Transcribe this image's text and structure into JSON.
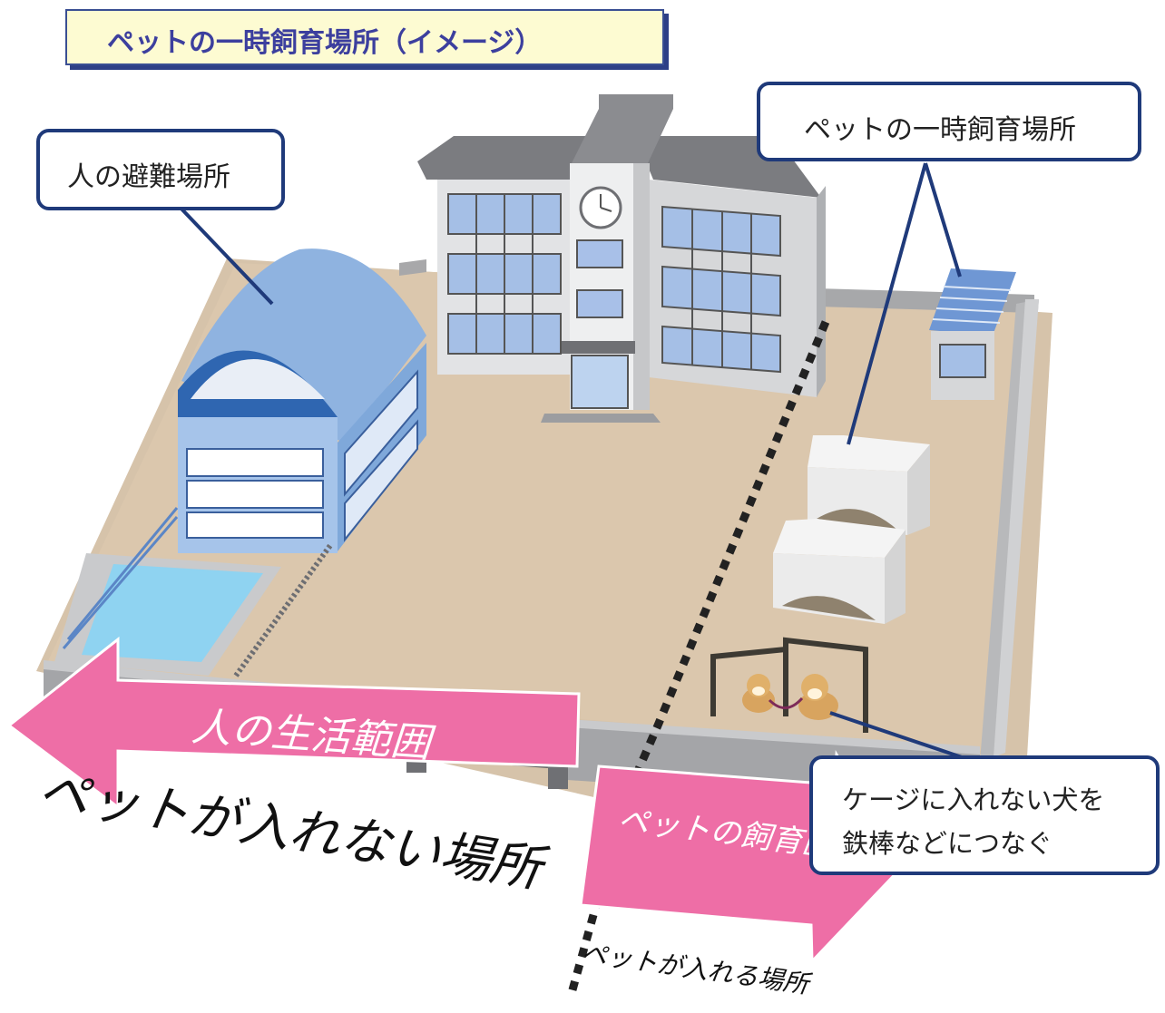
{
  "title": "ペットの一時飼育場所（イメージ）",
  "labels": {
    "human_shelter": "人の避難場所",
    "pet_shelter": "ペットの一時飼育場所",
    "dog_note_line1": "ケージに入れない犬を",
    "dog_note_line2": "鉄棒などにつなぐ"
  },
  "arrows": {
    "left_label": "人の生活範囲",
    "left_caption": "ペットが入れない場所",
    "right_label": "ペットの飼育区域",
    "right_caption": "ペットが入れる場所"
  },
  "colors": {
    "arrow_pink": "#ee6ea6",
    "callout_border": "#1f3a7a",
    "ground": "#dcc8ae",
    "title_bg": "#fdfbd2"
  }
}
